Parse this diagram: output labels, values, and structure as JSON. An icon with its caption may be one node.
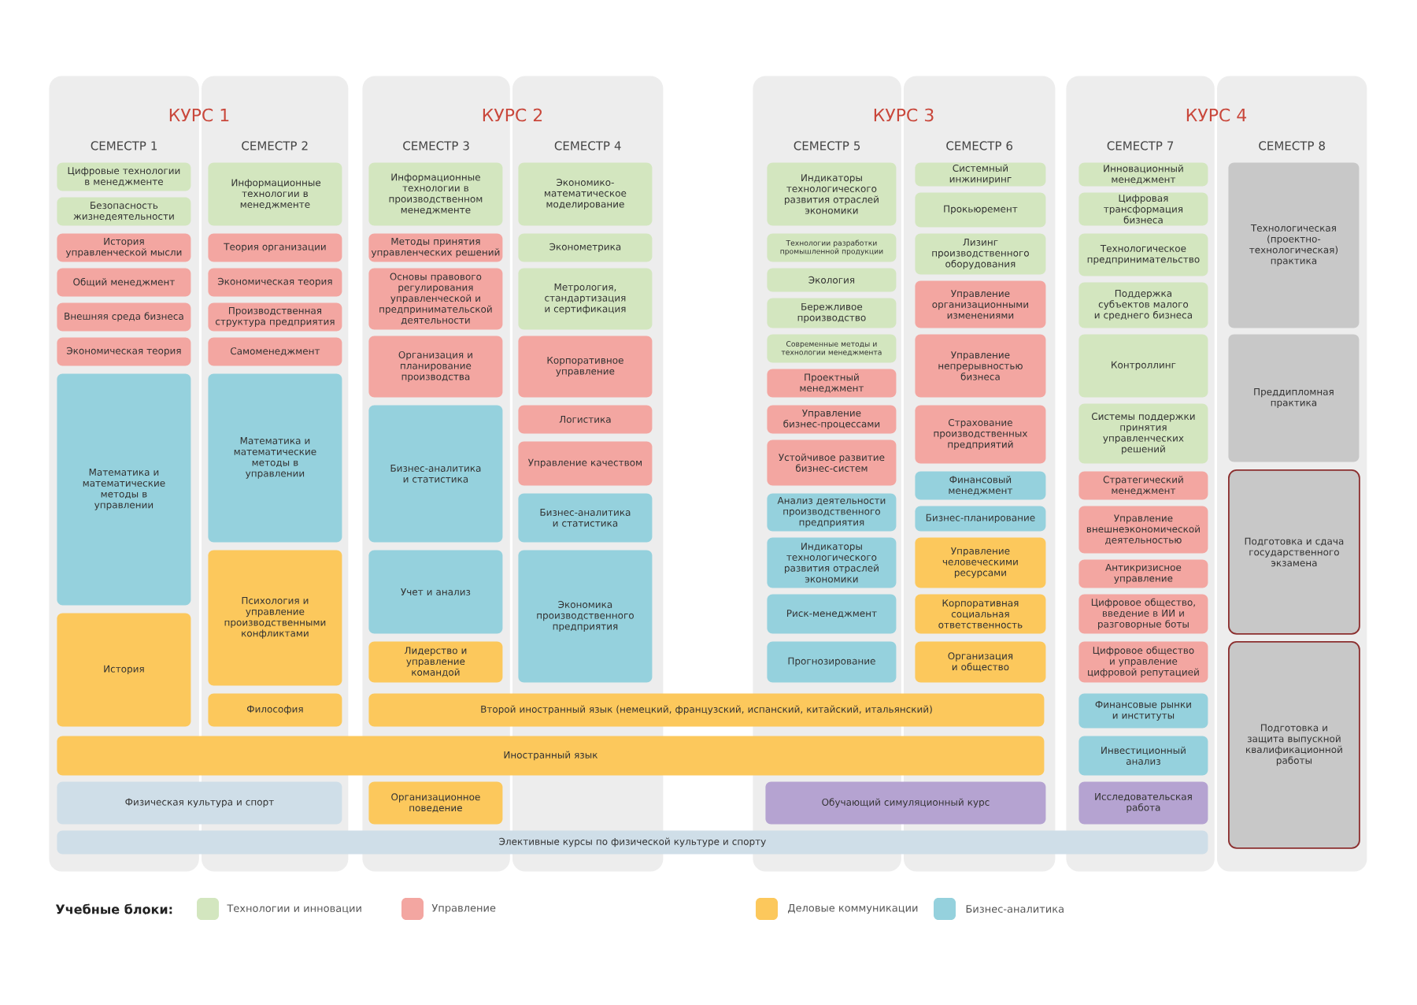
{
  "diagram": {
    "nodes": [
      {
        "text": [
          "СЕМЕСТР 1"
        ]
      },
      {
        "text": [
          "Цифровые технологии в менеджменте"
        ],
        "in": 0
      },
      {
        "text": [
          "Безопасность жизнедеятельности"
        ],
        "in": 0
      },
      {
        "text": [
          "История управленческой мысли"
        ],
        "in": 0
      },
      {
        "text": [
          "Общий менеджмент"
        ],
        "in": 0
      },
      {
        "text": [
          "Внешняя среда бизнеса"
        ],
        "in": 0
      },
      {
        "text": [
          "Экономическая теория"
        ],
        "in": 0
      },
      {
        "text": [
          "Математика и математические методы в управлении"
        ],
        "in": 0
      },
      {
        "text": [
          "История"
        ],
        "in": 0
      },
      {
        "text": [
          "СЕМЕСТР 2"
        ]
      },
      {
        "text": [
          "Информационные технологии в менеджменте"
        ],
        "in": 9
      },
      {
        "text": [
          "Теория организации"
        ],
        "in": 9
      },
      {
        "text": [
          "Экономическая теория"
        ],
        "in": 9
      },
      {
        "text": [
          "Производственная структура предприятия"
        ],
        "in": 9
      },
      {
        "text": [
          "Самоменеджмент"
        ],
        "in": 9
      },
      {
        "text": [
          "Математика и математические методы в управлении"
        ],
        "in": 9
      },
      {
        "text": [
          "Психология и управление производственными конфликтами"
        ],
        "in": 9
      },
      {
        "text": [
          "Философия"
        ],
        "in": 9
      },
      {
        "text": [
          "СЕМЕСТР 3"
        ]
      },
      {
        "text": [
          "Информационные технологии в производственном менеджменте"
        ],
        "in": 18
      },
      {
        "text": [
          "Методы принятия управленческих решений"
        ],
        "in": 18
      },
      {
        "text": [
          "Основы правового регулирования управленческой и предпринимательской деятельности"
        ],
        "in": 18
      },
      {
        "text": [
          "Организация и планирование производства"
        ],
        "in": 18
      },
      {
        "text": [
          "Бизнес-аналитика и статистика"
        ],
        "in": 18
      },
      {
        "text": [
          "Учет и анализ"
        ],
        "in": 18
      },
      {
        "text": [
          "Лидерство и управление командой"
        ],
        "in": 18
      },
      {
        "text": [
          "Организационное поведение"
        ],
        "in": 18
      },
      {
        "text": [
          "СЕМЕСТР 4"
        ]
      },
      {
        "text": [
          "Экономико-математическое моделирование"
        ],
        "in": 27
      },
      {
        "text": [
          "Эконометрика"
        ],
        "in": 27
      },
      {
        "text": [
          "Метрология, стандартизация и сертификация"
        ],
        "in": 27
      },
      {
        "text": [
          "Корпоративное управление"
        ],
        "in": 27
      },
      {
        "text": [
          "Логистика"
        ],
        "in": 27
      },
      {
        "text": [
          "Управление качеством"
        ],
        "in": 27
      },
      {
        "text": [
          "Бизнес-аналитика и статистика"
        ],
        "in": 27
      },
      {
        "text": [
          "Экономика производственного предприятия"
        ],
        "in": 27
      },
      {
        "text": [
          "СЕМЕСТР 5"
        ]
      },
      {
        "text": [
          "Индикаторы технологического развития отраслей экономики"
        ],
        "in": 36
      },
      {
        "text": [
          "Технологии разработки промышленной продукции"
        ],
        "in": 36
      },
      {
        "text": [
          "Экология"
        ],
        "in": 36
      },
      {
        "text": [
          "Бережливое производство"
        ],
        "in": 36
      },
      {
        "text": [
          "Современные методы и технологии менеджмента"
        ],
        "in": 36
      },
      {
        "text": [
          "Проектный менеджмент"
        ],
        "in": 36
      },
      {
        "text": [
          "Управление бизнес-процессами"
        ],
        "in": 36
      },
      {
        "text": [
          "Устойчивое развитие бизнес-систем"
        ],
        "in": 36
      },
      {
        "text": [
          "Анализ деятельности производственного предприятия"
        ],
        "in": 36
      },
      {
        "text": [
          "Индикаторы технологического развития отраслей экономики"
        ],
        "in": 36
      },
      {
        "text": [
          "Риск-менеджмент"
        ],
        "in": 36
      },
      {
        "text": [
          "Прогнозирование"
        ],
        "in": 36
      },
      {
        "text": [
          "СЕМЕСТР 6"
        ]
      },
      {
        "text": [
          "Системный инжиниринг"
        ],
        "in": 49
      },
      {
        "text": [
          "Прокьюремент"
        ],
        "in": 49
      },
      {
        "text": [
          "Лизинг производственного оборудования"
        ],
        "in": 49
      },
      {
        "text": [
          "Управление организационными изменениями"
        ],
        "in": 49
      },
      {
        "text": [
          "Управление непрерывностью бизнеса"
        ],
        "in": 49
      },
      {
        "text": [
          "Страхование производственных предприятий"
        ],
        "in": 49
      },
      {
        "text": [
          "Финансовый менеджмент"
        ],
        "in": 49
      },
      {
        "text": [
          "Бизнес-планирование"
        ],
        "in": 49
      },
      {
        "text": [
          "Управление человеческими ресурсами"
        ],
        "in": 49
      },
      {
        "text": [
          "Корпоративная социальная ответственность"
        ],
        "in": 49
      },
      {
        "text": [
          "Организация и общество"
        ],
        "in": 49
      },
      {
        "text": [
          "СЕМЕСТР 7"
        ]
      },
      {
        "text": [
          "Инновационный менеджмент"
        ],
        "in": 61
      },
      {
        "text": [
          "Цифровая трансформация бизнеса"
        ],
        "in": 61
      },
      {
        "text": [
          "Технологическое предпринимательство"
        ],
        "in": 61
      },
      {
        "text": [
          "Поддержка субъектов малого и среднего бизнеса"
        ],
        "in": 61
      },
      {
        "text": [
          "Контроллинг"
        ],
        "in": 61
      },
      {
        "text": [
          "Системы поддержки принятия управленческих решений"
        ],
        "in": 61
      },
      {
        "text": [
          "Стратегический менеджмент"
        ],
        "in": 61
      },
      {
        "text": [
          "Управление внешнеэкономической деятельностью"
        ],
        "in": 61
      },
      {
        "text": [
          "Антикризисное управление"
        ],
        "in": 61
      },
      {
        "text": [
          "Цифровое общество, введение в ИИ и разговорные боты"
        ],
        "in": 61
      },
      {
        "text": [
          "Цифровое общество и управление цифровой репутацией"
        ],
        "in": 61
      },
      {
        "text": [
          "Финансовые рынки и институты"
        ],
        "in": 61
      },
      {
        "text": [
          "Инвестиционный анализ"
        ],
        "in": 61
      },
      {
        "text": [
          "Исследовательская работа"
        ],
        "in": 61
      },
      {
        "text": [
          "СЕМЕСТР 8"
        ]
      },
      {
        "text": [
          "Технологическая (проектно-технологическая) практика"
        ],
        "in": 76
      },
      {
        "text": [
          "Преддипломная практика"
        ],
        "in": 76
      },
      {
        "text": [
          "Подготовка и сдача государственного экзамена"
        ],
        "in": 76
      },
      {
        "text": [
          "Подготовка и защита выпускной квалификационной работы"
        ],
        "in": 76
      },
      {
        "text": [
          "Второй иностранный язык (немецкий, французский, испанский, китайский, итальянский)"
        ]
      },
      {
        "text": [
          "Иностранный язык"
        ]
      },
      {
        "text": [
          "Физическая культура и спорт"
        ]
      },
      {
        "text": [
          "Обучающий симуляционный курс"
        ]
      },
      {
        "text": [
          "Элективные курсы по физической культуре и спорту"
        ]
      }
    ],
    "labels": [
      "КУРС 1",
      "КУРС 2",
      "КУРС 3",
      "КУРС 4",
      "Учебные блоки:"
    ],
    "legend": [
      {
        "text": "Технологии и инновации",
        "color": "#d3e6bf"
      },
      {
        "text": "Управление",
        "color": "#f3a6a1"
      },
      {
        "text": "Деловые коммуникации",
        "color": "#fcc85c"
      },
      {
        "text": "Бизнес-аналитика",
        "color": "#95d1dd"
      }
    ]
  }
}
